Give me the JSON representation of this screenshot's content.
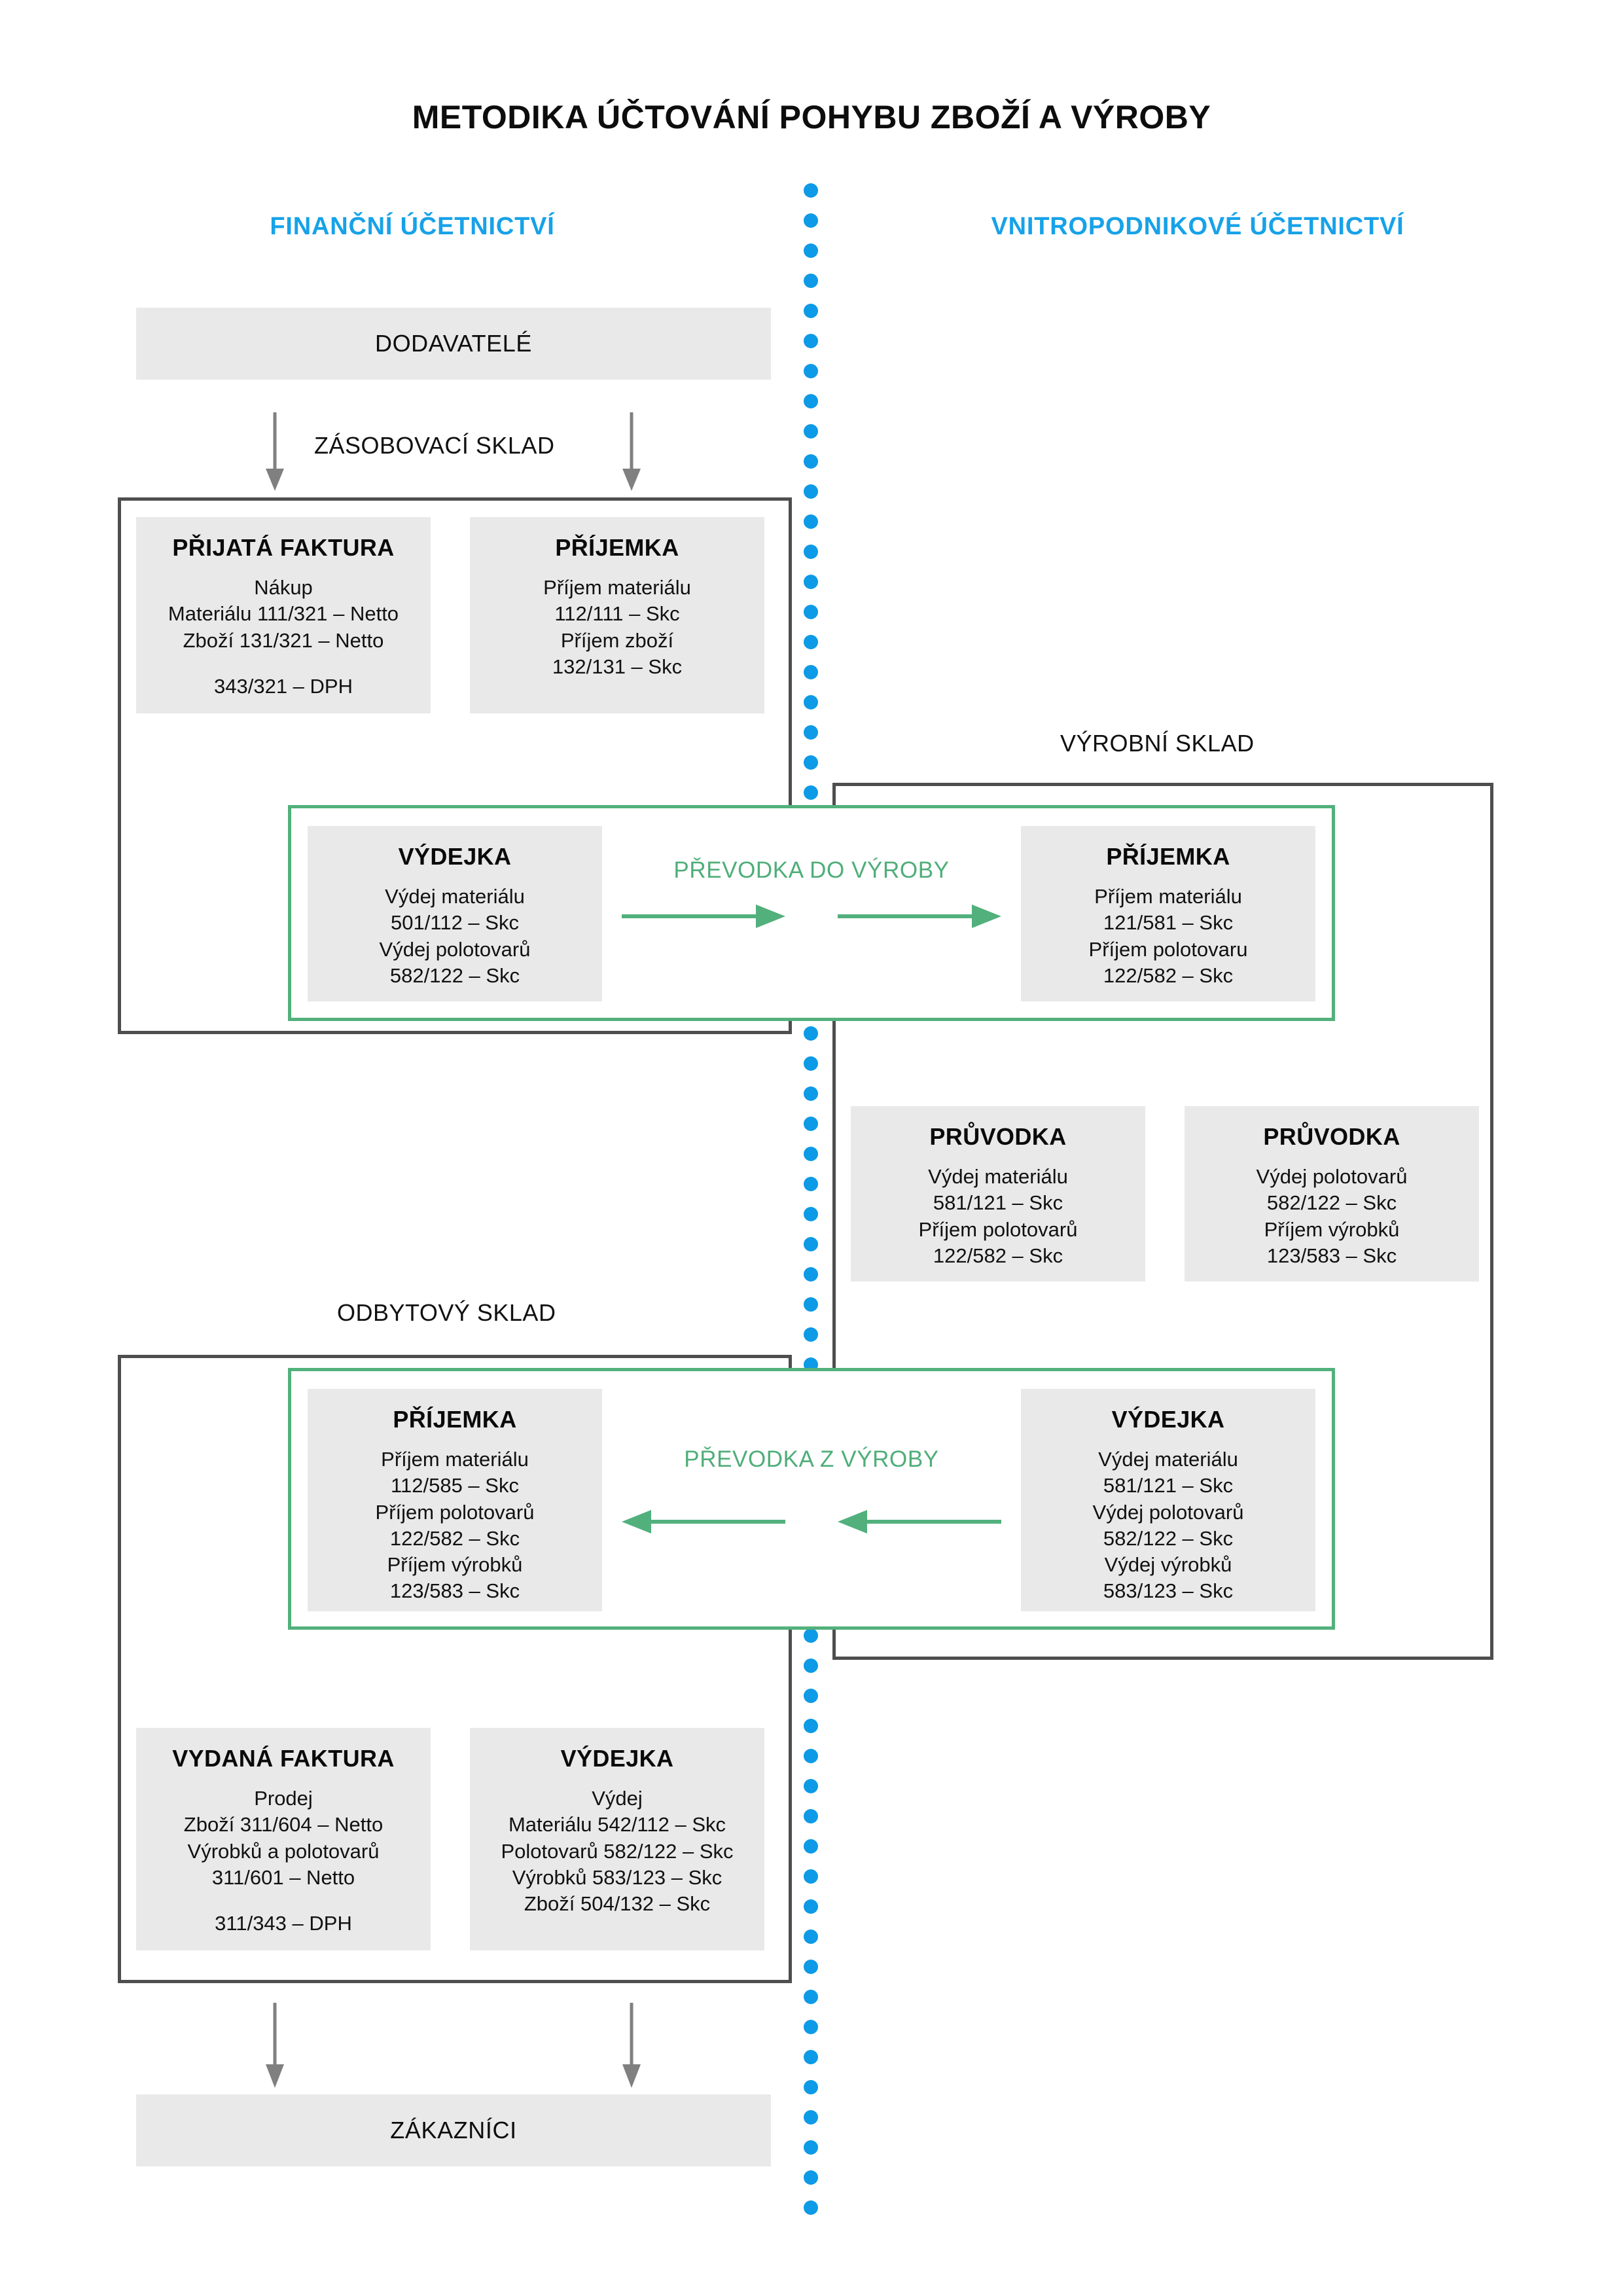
{
  "title": "METODIKA ÚČTOVÁNÍ POHYBU ZBOŽÍ A VÝROBY",
  "colors": {
    "accent_blue": "#0d9ae6",
    "heading_blue": "#17a2e8",
    "accent_green": "#52b07c",
    "frame_gray": "#4e4e4e",
    "card_gray": "#e9e9e9",
    "arrow_gray": "#808080",
    "text": "#101010"
  },
  "columns": {
    "left_heading": "FINANČNÍ ÚČETNICTVÍ",
    "right_heading": "VNITROPODNIKOVÉ ÚČETNICTVÍ"
  },
  "endpoints": {
    "suppliers": "DODAVATELÉ",
    "customers": "ZÁKAZNÍCI"
  },
  "section_labels": {
    "supply_warehouse": "ZÁSOBOVACÍ SKLAD",
    "production_warehouse": "VÝROBNÍ SKLAD",
    "sales_warehouse": "ODBYTOVÝ SKLAD"
  },
  "transfers": {
    "to_production": "PŘEVODKA  DO VÝROBY",
    "from_production": "PŘEVODKA  Z VÝROBY"
  },
  "cards": {
    "prijata_faktura": {
      "title": "PŘIJATÁ FAKTURA",
      "lines": [
        "Nákup",
        "Materiálu 111/321 – Netto",
        "Zboží 131/321 – Netto",
        "",
        "343/321 – DPH"
      ]
    },
    "prijemka_zasob": {
      "title": "PŘÍJEMKA",
      "lines": [
        "Příjem materiálu",
        "112/111 – Skc",
        "Příjem zboží",
        "132/131 – Skc"
      ]
    },
    "vydejka_do_vyroby": {
      "title": "VÝDEJKA",
      "lines": [
        "Výdej materiálu",
        "501/112 – Skc",
        "Výdej polotovarů",
        "582/122 – Skc"
      ]
    },
    "prijemka_do_vyroby": {
      "title": "PŘÍJEMKA",
      "lines": [
        "Příjem materiálu",
        "121/581 – Skc",
        "Příjem polotovaru",
        "122/582 – Skc"
      ]
    },
    "pruvodka_left": {
      "title": "PRŮVODKA",
      "lines": [
        "Výdej materiálu",
        "581/121 – Skc",
        "Příjem polotovarů",
        "122/582 – Skc"
      ]
    },
    "pruvodka_right": {
      "title": "PRŮVODKA",
      "lines": [
        "Výdej polotovarů",
        "582/122 – Skc",
        "Příjem výrobků",
        "123/583 – Skc"
      ]
    },
    "prijemka_z_vyroby": {
      "title": "PŘÍJEMKA",
      "lines": [
        "Příjem materiálu",
        "112/585 – Skc",
        "Příjem polotovarů",
        "122/582 – Skc",
        "Příjem výrobků",
        "123/583 – Skc"
      ]
    },
    "vydejka_z_vyroby": {
      "title": "VÝDEJKA",
      "lines": [
        "Výdej materiálu",
        "581/121 – Skc",
        "Výdej polotovarů",
        "582/122 – Skc",
        "Výdej výrobků",
        "583/123 – Skc"
      ]
    },
    "vydana_faktura": {
      "title": "VYDANÁ FAKTURA",
      "lines": [
        "Prodej",
        "Zboží 311/604 – Netto",
        "Výrobků a polotovarů",
        "311/601 – Netto",
        "",
        "311/343 – DPH"
      ]
    },
    "vydejka_odbyt": {
      "title": "VÝDEJKA",
      "lines": [
        "Výdej",
        "Materiálu 542/112 – Skc",
        "Polotovarů 582/122 – Skc",
        "Výrobků 583/123 – Skc",
        "Zboží 504/132 – Skc"
      ]
    }
  }
}
